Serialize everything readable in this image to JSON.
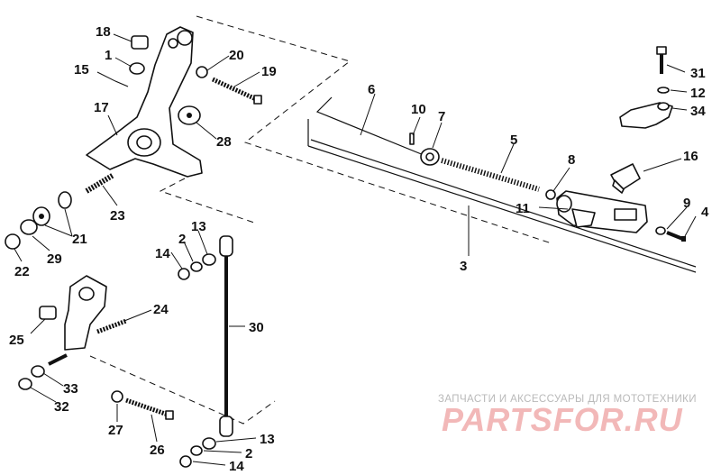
{
  "diagram": {
    "callouts": [
      "1",
      "2",
      "3",
      "4",
      "5",
      "6",
      "7",
      "8",
      "9",
      "10",
      "11",
      "12",
      "13",
      "14",
      "15",
      "16",
      "17",
      "18",
      "19",
      "20",
      "21",
      "22",
      "23",
      "24",
      "25",
      "26",
      "27",
      "28",
      "29",
      "30",
      "31",
      "32",
      "33",
      "34"
    ]
  },
  "watermark": {
    "tagline": "ЗАПЧАСТИ И АКСЕССУАРЫ ДЛЯ МОТОТЕХНИКИ",
    "logo": "PARTSFOR.RU"
  },
  "colors": {
    "ink": "#111111",
    "watermark_text": "#b9b9b9",
    "watermark_logo": "#f2b8b8",
    "background": "#ffffff"
  }
}
